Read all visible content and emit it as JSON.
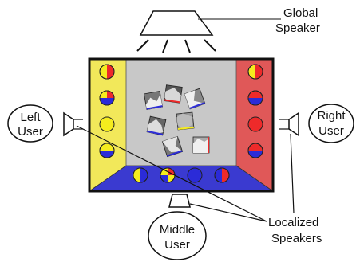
{
  "labels": {
    "global_speaker_line1": "Global",
    "global_speaker_line2": "Speaker",
    "left_user_line1": "Left",
    "left_user_line2": "User",
    "right_user_line1": "Right",
    "right_user_line2": "User",
    "middle_user_line1": "Middle",
    "middle_user_line2": "User",
    "localized_speakers_line1": "Localized",
    "localized_speakers_line2": "Speakers"
  },
  "colors": {
    "left_zone": "#f2e85a",
    "right_zone": "#e05858",
    "bottom_zone": "#3a3ad0",
    "center_zone": "#c8c8c8",
    "frame": "#111111",
    "token_yellow": "#f5ec1e",
    "token_red": "#ee2a2a",
    "token_blue": "#2b2bd8"
  }
}
